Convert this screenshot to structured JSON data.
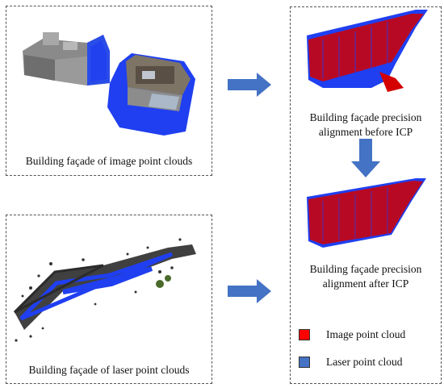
{
  "panels": {
    "image_clouds": {
      "caption": "Building façade of image point clouds"
    },
    "laser_clouds": {
      "caption": "Building façade of laser point clouds"
    },
    "alignment": {
      "before_caption_line1": "Building façade precision",
      "before_caption_line2": "alignment before ICP",
      "after_caption_line1": "Building façade precision",
      "after_caption_line2": "alignment after ICP"
    }
  },
  "legend": {
    "items": [
      {
        "label": "Image point cloud",
        "color": "#ff0000"
      },
      {
        "label": "Laser point cloud",
        "color": "#4472c4"
      }
    ]
  },
  "colors": {
    "arrow": "#4472c4",
    "image_cloud_red": "#d40000",
    "laser_cloud_blue": "#1f3ff0"
  }
}
